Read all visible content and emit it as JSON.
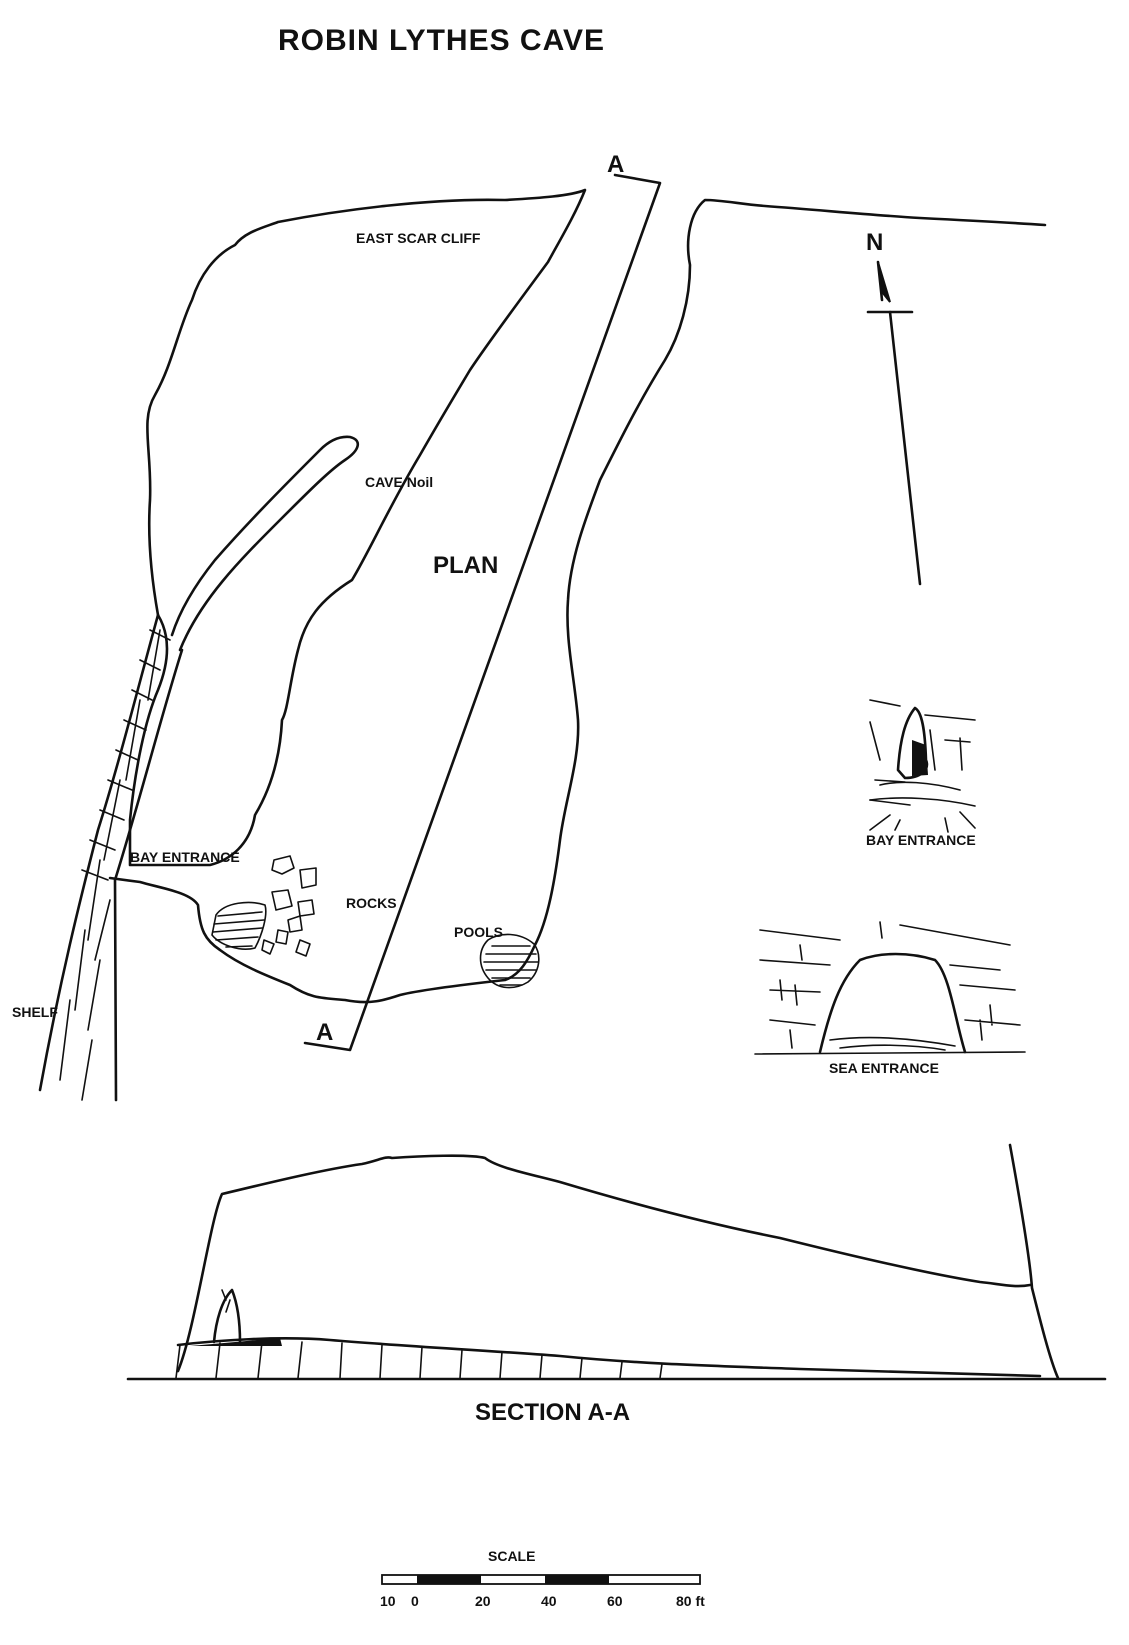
{
  "title": "ROBIN LYTHES CAVE",
  "plan": {
    "heading": "PLAN",
    "labels": {
      "east_scar_cliff": "EAST SCAR CLIFF",
      "cave_noil": "CAVE Noil",
      "bay_entrance": "BAY ENTRANCE",
      "rocks": "ROCKS",
      "pools": "POOLS",
      "shelf": "SHELF"
    },
    "section_marker_top": "A",
    "section_marker_bottom": "A",
    "north": "N"
  },
  "sketches": {
    "bay_entrance": "BAY ENTRANCE",
    "sea_entrance": "SEA ENTRANCE"
  },
  "section": {
    "heading": "SECTION A-A"
  },
  "scale": {
    "label": "SCALE",
    "ticks": [
      "10",
      "0",
      "20",
      "40",
      "60",
      "80 ft"
    ]
  }
}
